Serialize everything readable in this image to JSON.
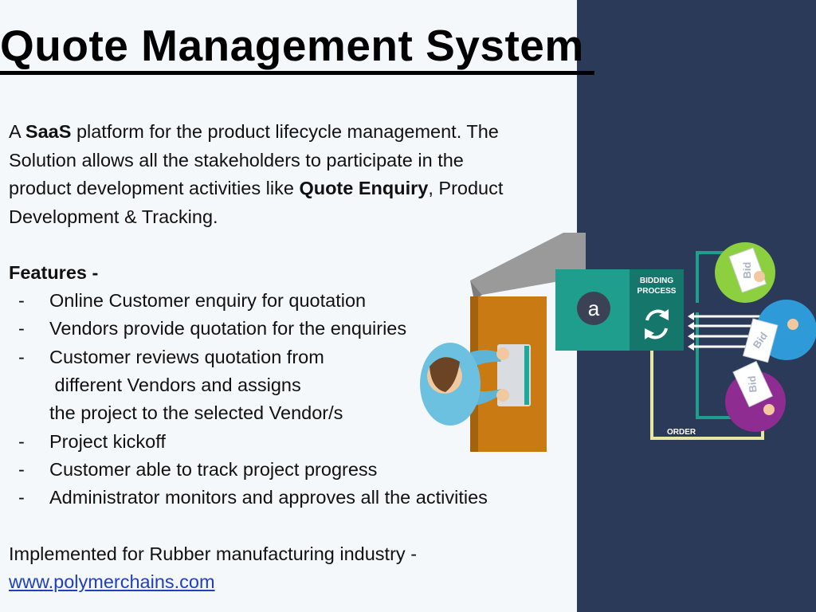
{
  "title": "Quote Management System",
  "intro": {
    "line1_pre": "A ",
    "line1_bold": "SaaS",
    "line1_post": " platform for the product lifecycle management. The",
    "line2": "Solution allows all the stakeholders to participate in the",
    "line3_pre": "product development activities like ",
    "line3_bold": "Quote Enquiry",
    "line3_post": ", Product",
    "line4": "Development & Tracking."
  },
  "features": {
    "heading": "Features -",
    "items": [
      {
        "dash": "-",
        "text": "Online Customer enquiry for quotation"
      },
      {
        "dash": "-",
        "text": "Vendors provide quotation for the enquiries"
      },
      {
        "dash": "-",
        "text": "Customer reviews quotation from",
        "cont1": " different Vendors and assigns",
        "cont2": "the project to the selected Vendor/s"
      },
      {
        "dash": "-",
        "text": "Project kickoff"
      },
      {
        "dash": "-",
        "text": "Customer able to track project progress"
      },
      {
        "dash": "-",
        "text": "Administrator monitors and approves all the activities"
      }
    ]
  },
  "footer": {
    "implemented": "Implemented for Rubber manufacturing industry -",
    "link": "www.polymerchains.com"
  },
  "illustration": {
    "panel_line1": "BIDDING",
    "panel_line2": "PROCESS",
    "logo_letter": "a",
    "order_label": "ORDER",
    "bid_label": "Bid"
  },
  "colors": {
    "side_panel": "#2b3a59",
    "background": "#f5f8fb",
    "screen_teal": "#1f9e8e",
    "link_blue": "#1f3fbf",
    "order_line": "#e8e6a0"
  }
}
